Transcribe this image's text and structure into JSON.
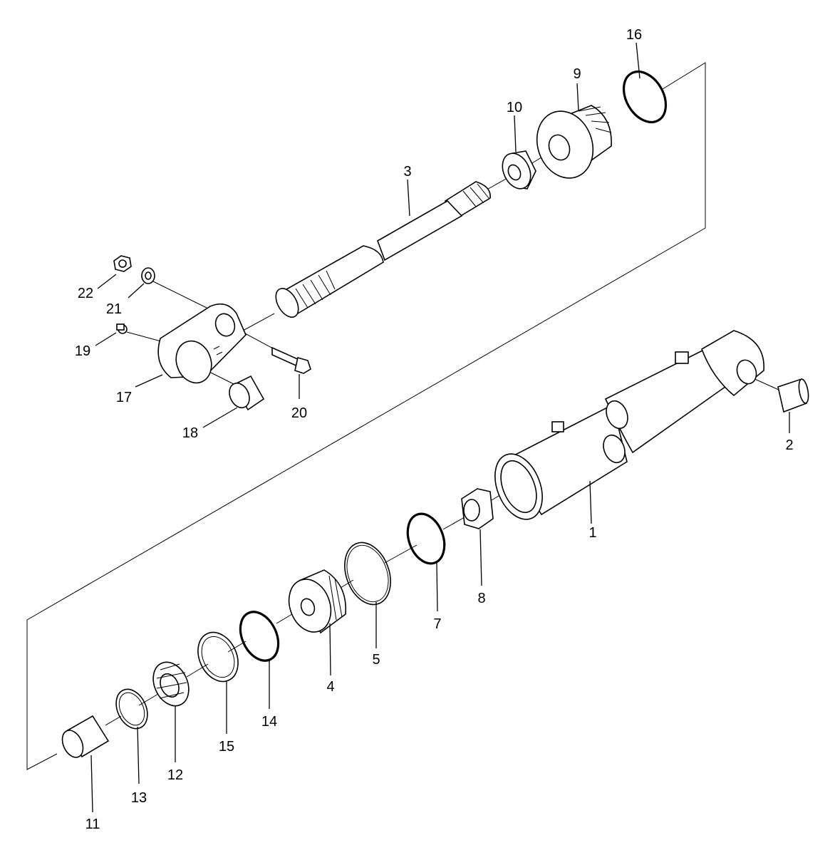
{
  "diagram": {
    "part_numbers": [
      "1",
      "2",
      "3",
      "4",
      "5",
      "7",
      "8",
      "9",
      "10",
      "11",
      "12",
      "13",
      "14",
      "15",
      "16",
      "17",
      "18",
      "19",
      "20",
      "21",
      "22"
    ],
    "colors": {
      "line": "#000000",
      "background": "#ffffff"
    }
  },
  "labels": {
    "p1": "1",
    "p2": "2",
    "p3": "3",
    "p4": "4",
    "p5": "5",
    "p7": "7",
    "p8": "8",
    "p9": "9",
    "p10": "10",
    "p11": "11",
    "p12": "12",
    "p13": "13",
    "p14": "14",
    "p15": "15",
    "p16": "16",
    "p17": "17",
    "p18": "18",
    "p19": "19",
    "p20": "20",
    "p21": "21",
    "p22": "22"
  }
}
